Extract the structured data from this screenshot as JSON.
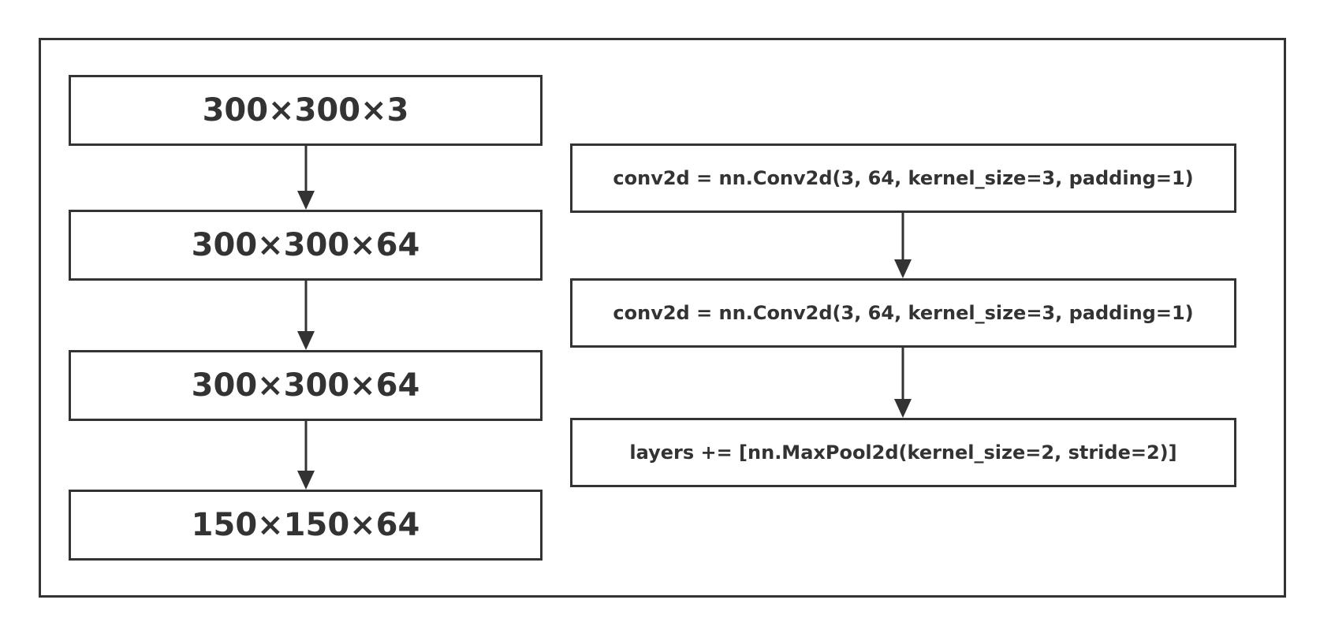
{
  "left_column": {
    "boxes": [
      "300×300×3",
      "300×300×64",
      "300×300×64",
      "150×150×64"
    ]
  },
  "right_column": {
    "boxes": [
      "conv2d = nn.Conv2d(3, 64, kernel_size=3, padding=1)",
      "conv2d = nn.Conv2d(3, 64, kernel_size=3, padding=1)",
      "layers += [nn.MaxPool2d(kernel_size=2, stride=2)]"
    ]
  },
  "colors": {
    "stroke": "#333333",
    "text": "#333333",
    "background": "#ffffff"
  }
}
